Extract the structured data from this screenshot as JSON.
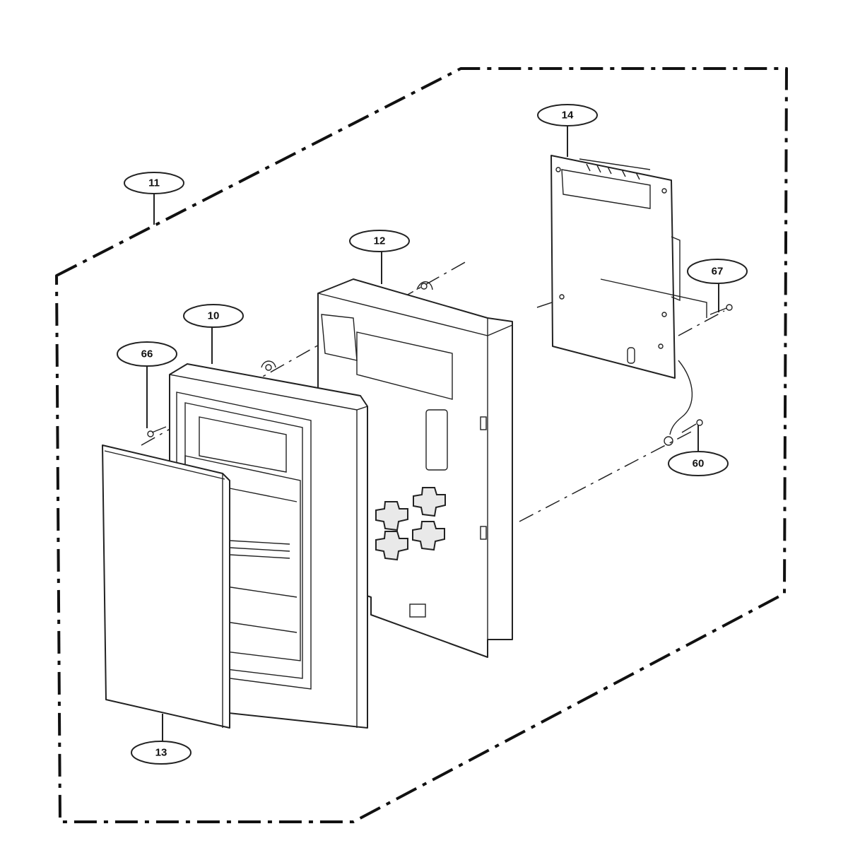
{
  "diagram": {
    "callouts": [
      {
        "id": "c11",
        "label": "11"
      },
      {
        "id": "c14",
        "label": "14"
      },
      {
        "id": "c12",
        "label": "12"
      },
      {
        "id": "c67",
        "label": "67"
      },
      {
        "id": "c10",
        "label": "10"
      },
      {
        "id": "c66",
        "label": "66"
      },
      {
        "id": "c60",
        "label": "60"
      },
      {
        "id": "c13",
        "label": "13"
      }
    ]
  }
}
